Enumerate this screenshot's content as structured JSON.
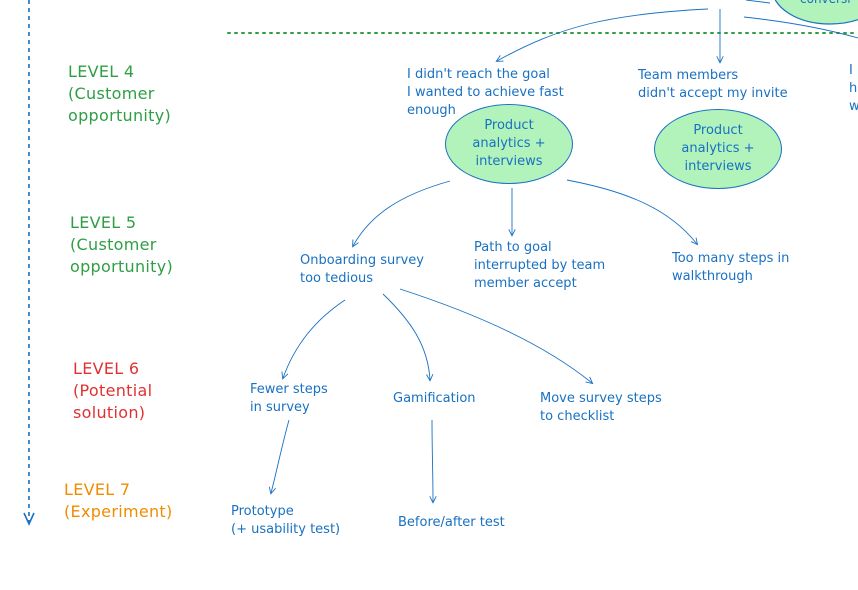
{
  "levels": {
    "level4": "LEVEL 4\n(Customer\nopportunity)",
    "level5": "LEVEL 5\n(Customer\nopportunity)",
    "level6": "LEVEL 6\n(Potential\nsolution)",
    "level7": "LEVEL 7\n(Experiment)"
  },
  "nodes": {
    "goal_not_fast": "I didn't reach the goal\nI wanted to achieve fast\nenough",
    "team_invite": "Team members\ndidn't accept my invite",
    "edge_partial": "I\nh\nw",
    "analytics_1": "Product\nanalytics +\ninterviews",
    "analytics_2": "Product\nanalytics +\ninterviews",
    "onboarding_survey": "Onboarding survey\ntoo tedious",
    "path_interrupted": "Path to goal\ninterrupted by team\nmember accept",
    "too_many_steps": "Too many steps in\nwalkthrough",
    "fewer_steps": "Fewer steps\nin survey",
    "gamification": "Gamification",
    "move_survey": "Move survey steps\nto checklist",
    "prototype": "Prototype\n(+ usability test)",
    "before_after": "Before/after test",
    "top_fragment": "conversi"
  },
  "colors": {
    "green": "#2f9e44",
    "red": "#e03131",
    "orange": "#f08c00",
    "blue": "#1971c2",
    "ellipse_fill": "#b2f2bb"
  }
}
